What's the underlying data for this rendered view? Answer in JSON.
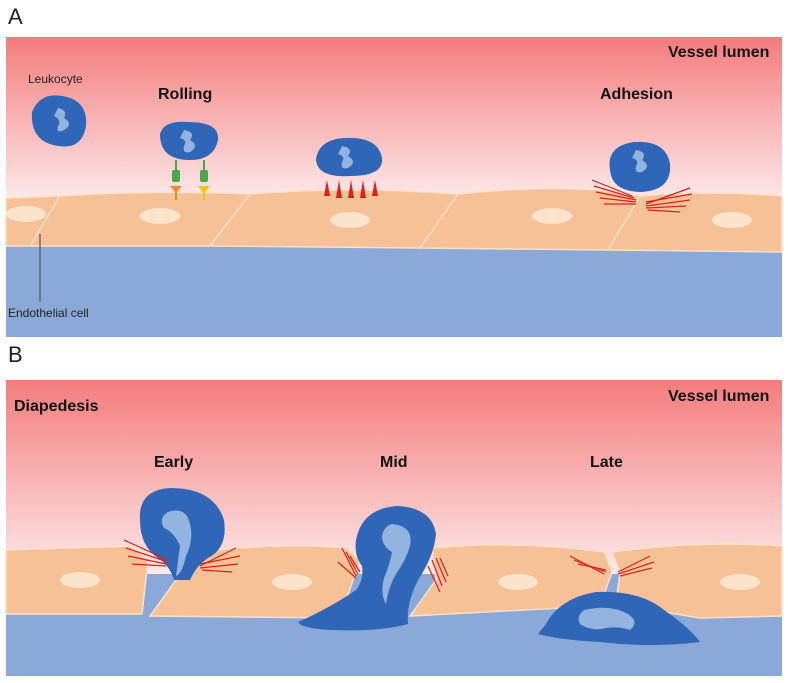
{
  "panel_a": {
    "letter": "A",
    "vessel_lumen": "Vessel lumen",
    "leukocyte_label": "Leukocyte",
    "rolling_label": "Rolling",
    "adhesion_label": "Adhesion",
    "endothelial_label": "Endothelial cell"
  },
  "panel_b": {
    "letter": "B",
    "vessel_lumen": "Vessel lumen",
    "diapedesis_label": "Diapedesis",
    "early_label": "Early",
    "mid_label": "Mid",
    "late_label": "Late"
  },
  "colors": {
    "lumen_top": "#f47c7c",
    "lumen_bottom": "#fbe6e8",
    "tissue": "#8aa8d8",
    "endothelium": "#f6c197",
    "endothelium_edge": "#e9a878",
    "nucleus": "#fbe3cc",
    "leukocyte": "#2f66b8",
    "leukocyte_nucleus": "#93b4e0",
    "actin": "#e02020",
    "receptor_green": "#4aa84a",
    "ligand_orange": "#f08a24",
    "ligand_yellow": "#f5c400"
  }
}
